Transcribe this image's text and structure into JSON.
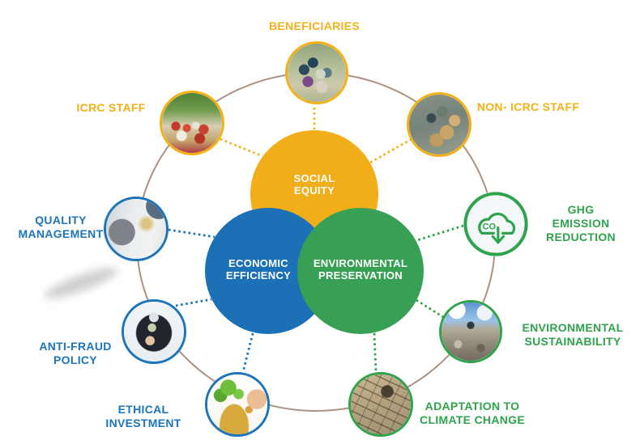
{
  "palette": {
    "gold": "#F5B017",
    "blue": "#1C74BB",
    "green": "#2FA34C",
    "venn-yellow": "#F2AE19",
    "venn-blue": "#1C70B5",
    "venn-green": "#38A054",
    "ring": "#AC9282",
    "icon-bg": "#F4F8FA",
    "venn-text": "#FFFFFF"
  },
  "venn": {
    "social": {
      "label": "SOCIAL\nEQUITY"
    },
    "economic": {
      "label": "ECONOMIC\nEFFICIENCY"
    },
    "environmental": {
      "label": "ENVIRONMENTAL\nPRESERVATION"
    }
  },
  "nodes": [
    {
      "id": "beneficiaries",
      "label": "BENEFICIARIES",
      "group": "social",
      "icon": "beneficiaries-photo"
    },
    {
      "id": "icrc-staff",
      "label": "ICRC STAFF",
      "group": "social",
      "icon": "icrc-staff-photo"
    },
    {
      "id": "non-icrc-staff",
      "label": "NON- ICRC STAFF",
      "group": "social",
      "icon": "non-icrc-staff-photo"
    },
    {
      "id": "quality-management",
      "label": "QUALITY\nMANAGEMENT",
      "group": "economic",
      "icon": "quality-management-photo"
    },
    {
      "id": "ghg-emission-reduction",
      "label": "GHG\nEMISSION\nREDUCTION",
      "group": "environmental",
      "icon": "co2-cloud-icon",
      "icon_label": "CO₂"
    },
    {
      "id": "anti-fraud-policy",
      "label": "ANTI-FRAUD\nPOLICY",
      "group": "economic",
      "icon": "anti-fraud-photo"
    },
    {
      "id": "environmental-sustainability",
      "label": "ENVIRONMENTAL\nSUSTAINABILITY",
      "group": "environmental",
      "icon": "environmental-sustainability-photo"
    },
    {
      "id": "ethical-investment",
      "label": "ETHICAL\nINVESTMENT",
      "group": "economic",
      "icon": "ethical-investment-photo"
    },
    {
      "id": "adaptation-climate-change",
      "label": "ADAPTATION TO\nCLIMATE CHANGE",
      "group": "environmental",
      "icon": "drought-cracked-earth-photo"
    }
  ]
}
